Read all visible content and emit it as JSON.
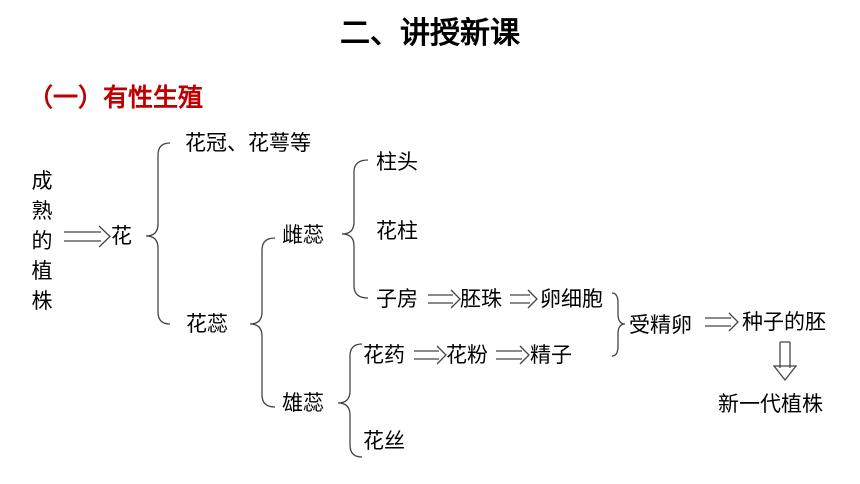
{
  "title": "二、讲授新课",
  "section": "（一）有性生殖",
  "nodes": {
    "mature_plant": [
      "成",
      "熟",
      "的",
      "植",
      "株"
    ],
    "flower": "花",
    "corolla_sepal": "花冠、花萼等",
    "stamen_pistil": "花蕊",
    "pistil": "雌蕊",
    "stigma": "柱头",
    "style": "花柱",
    "ovary": "子房",
    "ovule": "胚珠",
    "egg_cell": "卵细胞",
    "stamen": "雄蕊",
    "anther": "花药",
    "pollen": "花粉",
    "sperm": "精子",
    "fertilized_egg": "受精卵",
    "seed_embryo": "种子的胚",
    "new_plant": "新一代植株",
    "filament": "花丝"
  },
  "colors": {
    "section": "#c00000",
    "line": "#444444"
  }
}
